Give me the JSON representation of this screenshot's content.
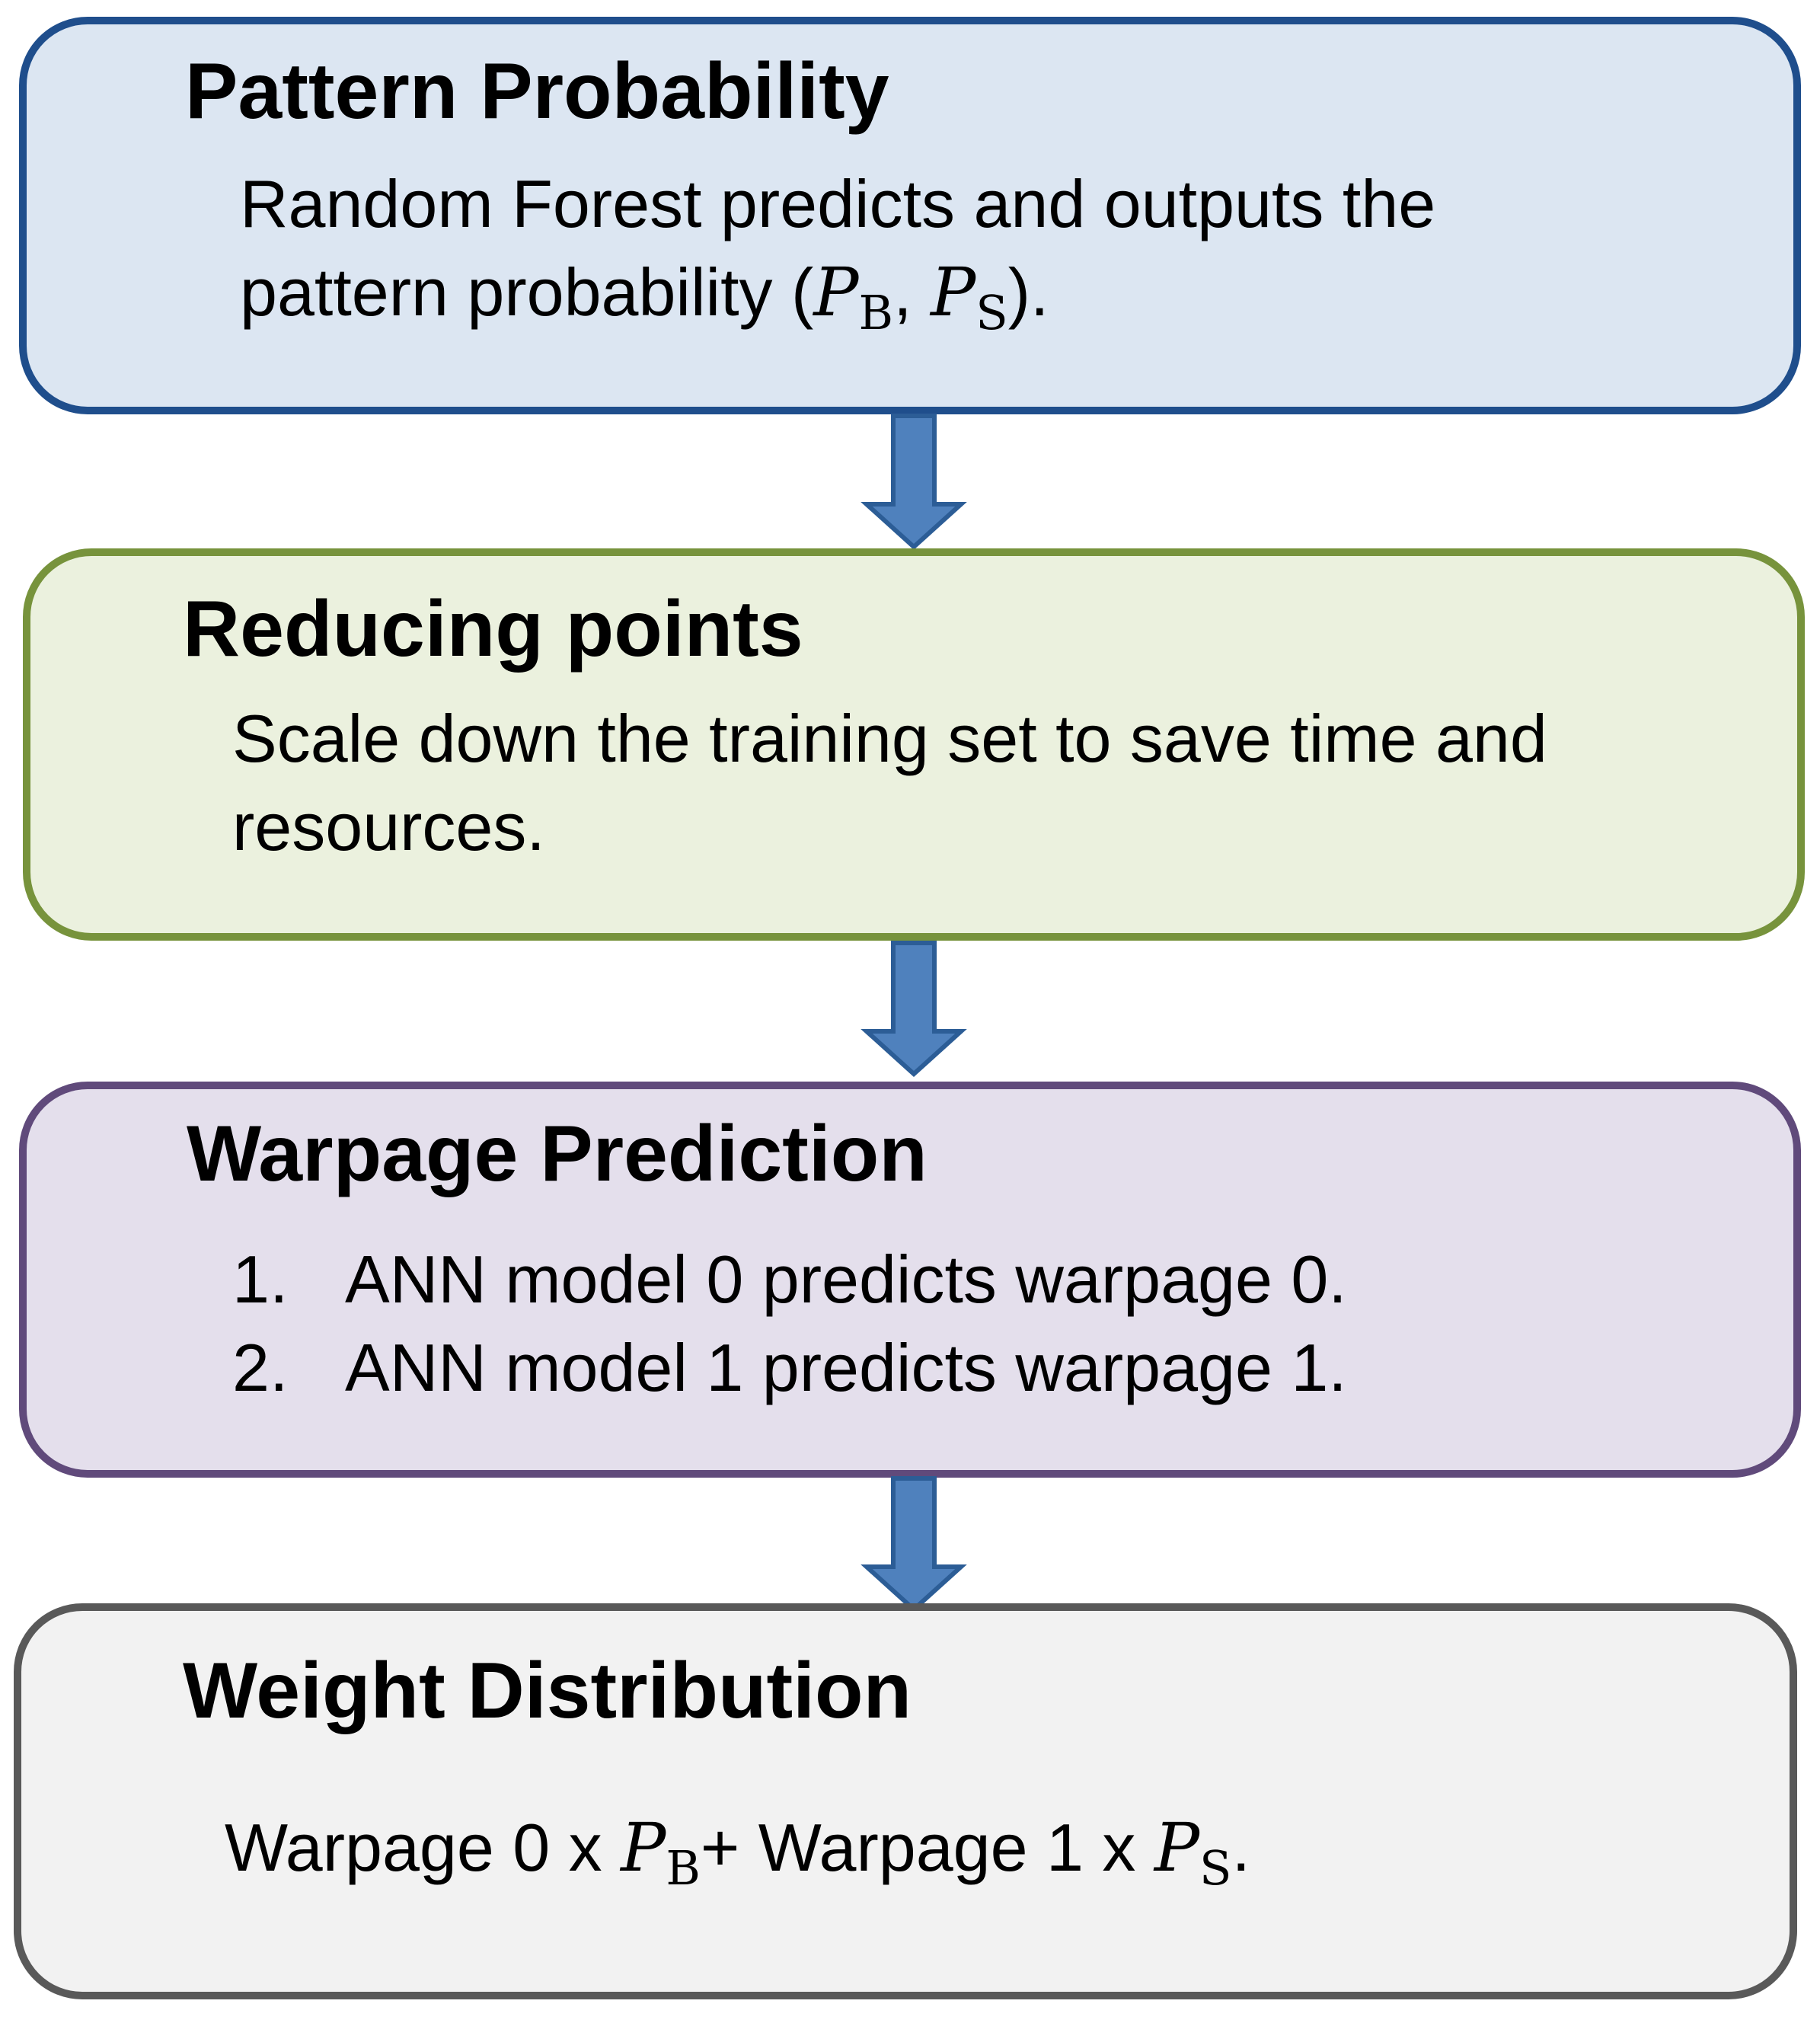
{
  "colors": {
    "box1_fill": "#dce6f2",
    "box1_border": "#1f4e8c",
    "box2_fill": "#ebf1de",
    "box2_border": "#77933c",
    "box3_fill": "#e4dfec",
    "box3_border": "#604a7b",
    "box4_fill": "#f2f2f2",
    "box4_border": "#595959",
    "arrow_fill": "#4f81bd",
    "arrow_border": "#2c5d96"
  },
  "boxes": {
    "pattern": {
      "title": "Pattern Probability",
      "line1": "Random Forest predicts and outputs the",
      "line2_prefix": "pattern probability (",
      "p": "P",
      "sub_b": "B",
      "comma": ", ",
      "sub_s": "S",
      "line2_suffix": ")."
    },
    "reducing": {
      "title": "Reducing points",
      "line1": "Scale down the training set to save time and",
      "line2": "resources."
    },
    "warpage": {
      "title": "Warpage Prediction",
      "steps": [
        {
          "num": "1.",
          "text": "ANN model 0 predicts warpage 0."
        },
        {
          "num": "2.",
          "text": "ANN model 1 predicts warpage 1."
        }
      ]
    },
    "weight": {
      "title": "Weight Distribution",
      "part1": "Warpage 0 x ",
      "p": "P",
      "sub_b": "B",
      "part2": "+ Warpage 1 x ",
      "sub_s": "S",
      "part3": "."
    }
  }
}
